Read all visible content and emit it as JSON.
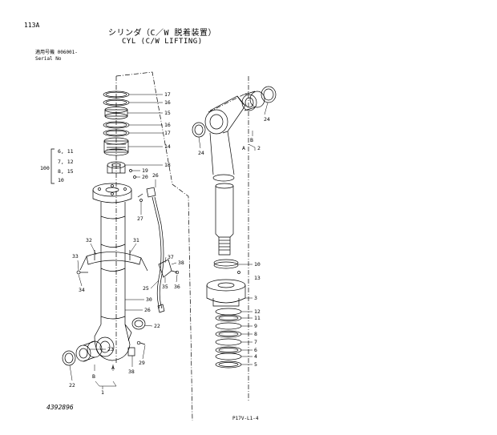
{
  "header": {
    "code": "113A",
    "title_jp": "シリンダ（C／W 脱着装置）",
    "title_en": "CYL  (C/W LIFTING)",
    "serial_label_jp": "適用号機  006001-",
    "serial_label_en": "Serial No"
  },
  "footer": {
    "drawing_id": "4392896",
    "page_code": "P17V-L1-4"
  },
  "group_bracket": {
    "ref": "100",
    "items": [
      "6, 11",
      "7, 12",
      "8, 15",
      "10"
    ]
  },
  "callouts": {
    "c17a": "17",
    "c16a": "16",
    "c15": "15",
    "c16b": "16",
    "c17b": "17",
    "c14": "14",
    "c18": "18",
    "c19": "19",
    "c20": "20",
    "c26": "26",
    "c27": "27",
    "c32": "32",
    "c31": "31",
    "c33": "33",
    "c34": "34",
    "c37": "37",
    "c38a": "38",
    "c35": "35",
    "c36": "36",
    "c25": "25",
    "c30": "30",
    "c26b": "26",
    "c22a": "22",
    "c23": "23",
    "c29": "29",
    "c38b": "38",
    "c22b": "22",
    "cB1": "B",
    "cA1": "A",
    "c1": "1",
    "c24a": "24",
    "c24b": "24",
    "cB2": "B",
    "cA2": "A",
    "c2": "2",
    "c10": "10",
    "c13": "13",
    "c3": "3",
    "c12": "12",
    "c11": "11",
    "c9": "9",
    "c8": "8",
    "c7": "7",
    "c6": "6",
    "c4": "4",
    "c5": "5"
  }
}
